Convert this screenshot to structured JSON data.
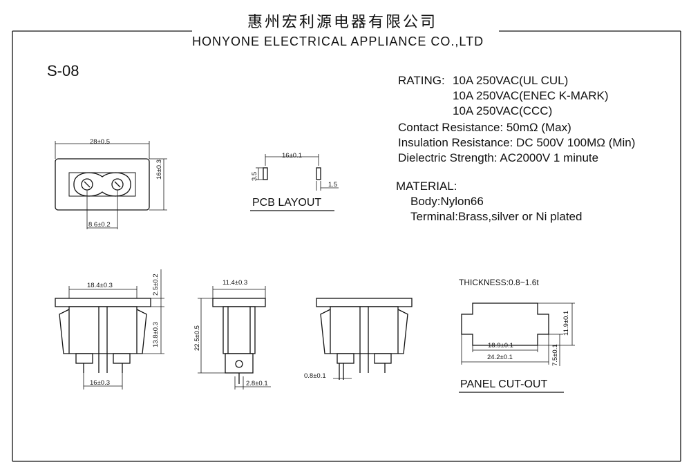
{
  "header": {
    "company_cn": "惠州宏利源电器有限公司",
    "company_en": "HONYONE  ELECTRICAL  APPLIANCE  CO.,LTD"
  },
  "model": "S-08",
  "ratings": {
    "label": "RATING:",
    "lines": [
      "10A 250VAC(UL CUL)",
      "10A 250VAC(ENEC K-MARK)",
      "10A 250VAC(CCC)"
    ]
  },
  "specs": [
    "Contact Resistance: 50mΩ (Max)",
    "Insulation Resistance: DC 500V 100MΩ  (Min)",
    "Dielectric Strength: AC2000V 1 minute"
  ],
  "material": {
    "title": "MATERIAL:",
    "items": [
      "Body:Nylon66",
      "Terminal:Brass,silver or Ni plated"
    ]
  },
  "front_view": {
    "width": "28±0.5",
    "height": "16±0.3",
    "pin_pitch": "8.6±0.2"
  },
  "pcb_layout": {
    "title": "PCB LAYOUT",
    "pitch": "16±0.1",
    "pad_height": "3.5",
    "pad_width": "1.5"
  },
  "side_view_1": {
    "body_width": "18.4±0.3",
    "flange": "2.5±0.2",
    "depth": "13.8±0.3",
    "pin_span": "16±0.3"
  },
  "side_view_2": {
    "top_width": "11.4±0.3",
    "height": "22.5±0.5",
    "pin_offset": "2.8±0.1"
  },
  "side_view_3": {
    "pin_thickness": "0.8±0.1"
  },
  "panel_cutout": {
    "title": "PANEL CUT-OUT",
    "thickness": "THICKNESS:0.8~1.6t",
    "height": "11.9±0.1",
    "inner_width": "18.9±0.1",
    "outer_width": "24.2±0.1",
    "step_height": "7.5±0.1"
  }
}
